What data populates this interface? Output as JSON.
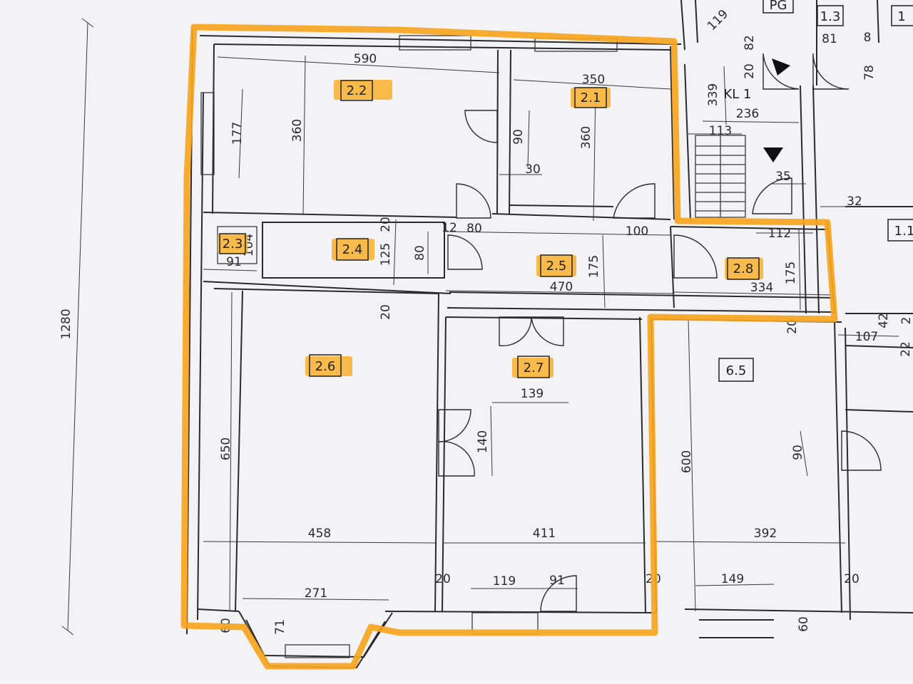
{
  "rooms": {
    "r2_1": "2.1",
    "r2_2": "2.2",
    "r2_3": "2.3",
    "r2_4": "2.4",
    "r2_5": "2.5",
    "r2_6": "2.6",
    "r2_7": "2.7",
    "r2_8": "2.8",
    "r6_5": "6.5",
    "r1_3": "1.3",
    "r1_edge_top": "1",
    "r1_edge_right": "1.1"
  },
  "labels": {
    "pg": "PG",
    "kl1": "KL 1"
  },
  "dims": {
    "d1280": "1280",
    "d590": "590",
    "d350": "350",
    "d360a": "360",
    "d360b": "360",
    "d177": "177",
    "d90a": "90",
    "d30": "30",
    "d339": "339",
    "d236": "236",
    "d113": "113",
    "d35": "35",
    "d32": "32",
    "d119top": "119",
    "d82": "82",
    "d81": "81",
    "d8": "8",
    "d78": "78",
    "d20top": "20",
    "d12": "12",
    "d80a": "80",
    "d100": "100",
    "d112": "112",
    "d104": "104",
    "d91a": "91",
    "d125": "125",
    "d20a": "20",
    "d80b": "80",
    "d175a": "175",
    "d175b": "175",
    "d470": "470",
    "d334": "334",
    "d20b": "20",
    "d20c": "20",
    "d42": "42",
    "d107": "107",
    "d22": "22",
    "d2x": "2",
    "d139": "139",
    "d140": "140",
    "d650": "650",
    "d600": "600",
    "d90b": "90",
    "d458": "458",
    "d411": "411",
    "d392": "392",
    "d271": "271",
    "d119": "119",
    "d91b": "91",
    "d20d": "20",
    "d20e": "20",
    "d20f": "20",
    "d149": "149",
    "d60a": "60",
    "d71": "71",
    "d60b": "60"
  },
  "colors": {
    "highlight": "#f7a51e",
    "paper": "#f3f3f5",
    "ink": "#2b2b2e"
  }
}
